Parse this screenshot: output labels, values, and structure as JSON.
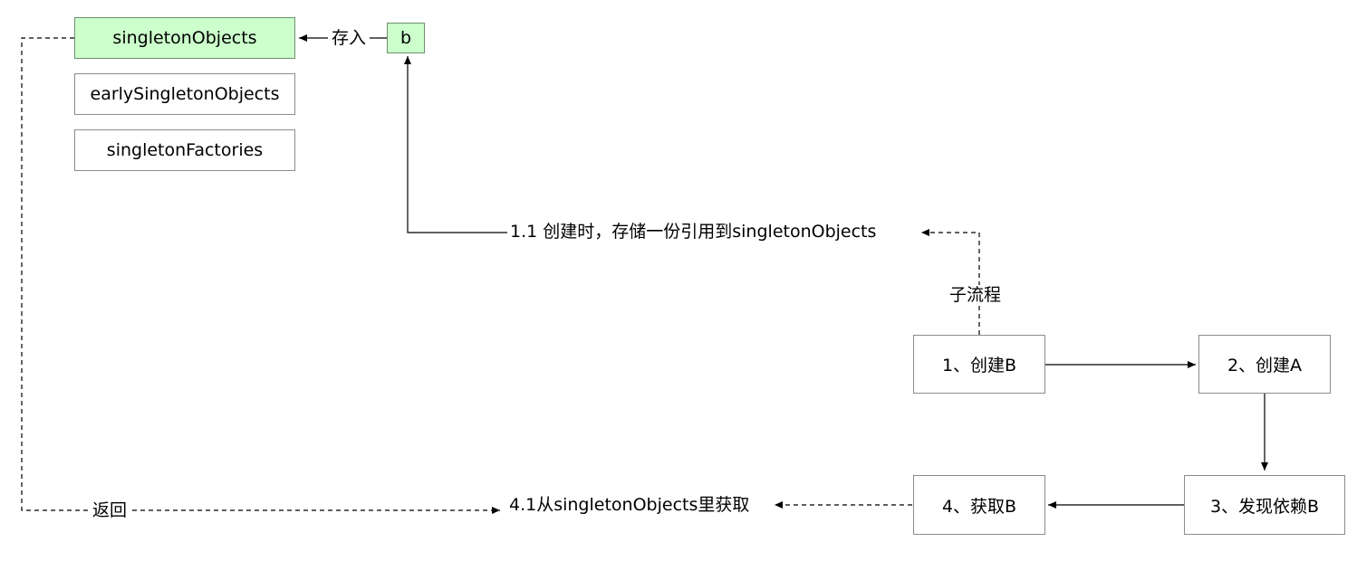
{
  "nodes": {
    "singleton_objects": "singletonObjects",
    "early_singleton_objects": "earlySingletonObjects",
    "singleton_factories": "singletonFactories",
    "b": "b",
    "create_b": "1、创建B",
    "create_a": "2、创建A",
    "find_dependency": "3、发现依赖B",
    "get_b": "4、获取B"
  },
  "labels": {
    "store_in": "存入",
    "step_1_1": "1.1 创建时，存储一份引用到singletonObjects",
    "sub_flow": "子流程",
    "step_4_1": "4.1从singletonObjects里获取",
    "return": "返回"
  },
  "colors": {
    "highlight_fill": "#ccffcc",
    "border": "#8c8c8c",
    "line": "#000000"
  }
}
